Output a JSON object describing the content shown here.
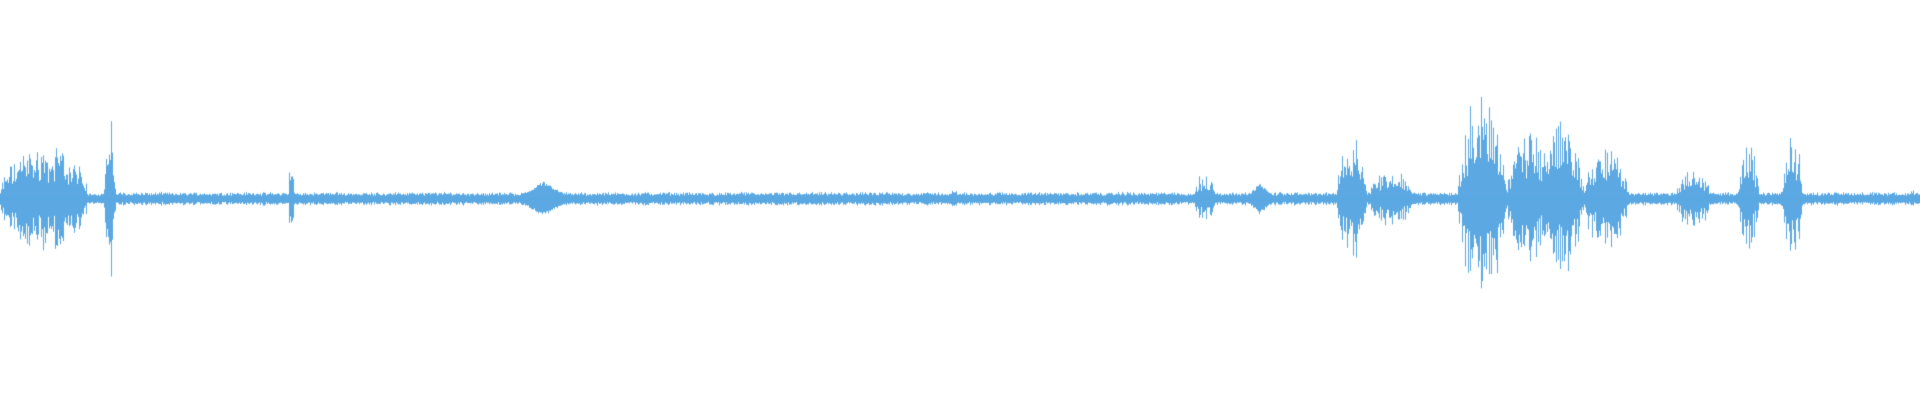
{
  "waveform": {
    "color": "#5ba8e2",
    "background": "#ffffff",
    "bursts": [
      {
        "start": 0.0,
        "end": 0.05,
        "peak": 0.28,
        "kind": "dense"
      },
      {
        "start": 0.054,
        "end": 0.06,
        "peak": 0.45,
        "kind": "spike"
      },
      {
        "start": 0.15,
        "end": 0.153,
        "peak": 0.22,
        "kind": "spike"
      },
      {
        "start": 0.268,
        "end": 0.298,
        "peak": 0.09,
        "kind": "diamond"
      },
      {
        "start": 0.494,
        "end": 0.5,
        "peak": 0.05,
        "kind": "spike"
      },
      {
        "start": 0.585,
        "end": 0.59,
        "peak": 0.04,
        "kind": "spike"
      },
      {
        "start": 0.621,
        "end": 0.634,
        "peak": 0.14,
        "kind": "spike"
      },
      {
        "start": 0.648,
        "end": 0.664,
        "peak": 0.08,
        "kind": "diamond"
      },
      {
        "start": 0.696,
        "end": 0.712,
        "peak": 0.38,
        "kind": "spike"
      },
      {
        "start": 0.712,
        "end": 0.738,
        "peak": 0.15,
        "kind": "dense"
      },
      {
        "start": 0.759,
        "end": 0.785,
        "peak": 0.6,
        "kind": "spike"
      },
      {
        "start": 0.785,
        "end": 0.81,
        "peak": 0.35,
        "kind": "dense"
      },
      {
        "start": 0.8,
        "end": 0.825,
        "peak": 0.46,
        "kind": "spike"
      },
      {
        "start": 0.825,
        "end": 0.85,
        "peak": 0.27,
        "kind": "dense"
      },
      {
        "start": 0.873,
        "end": 0.892,
        "peak": 0.17,
        "kind": "dense"
      },
      {
        "start": 0.905,
        "end": 0.916,
        "peak": 0.3,
        "kind": "spike"
      },
      {
        "start": 0.928,
        "end": 0.939,
        "peak": 0.37,
        "kind": "spike"
      },
      {
        "start": 0.975,
        "end": 0.984,
        "peak": 0.03,
        "kind": "spike"
      },
      {
        "start": 0.994,
        "end": 1.0,
        "peak": 0.06,
        "kind": "spike"
      }
    ],
    "noise_floor": 0.035
  }
}
